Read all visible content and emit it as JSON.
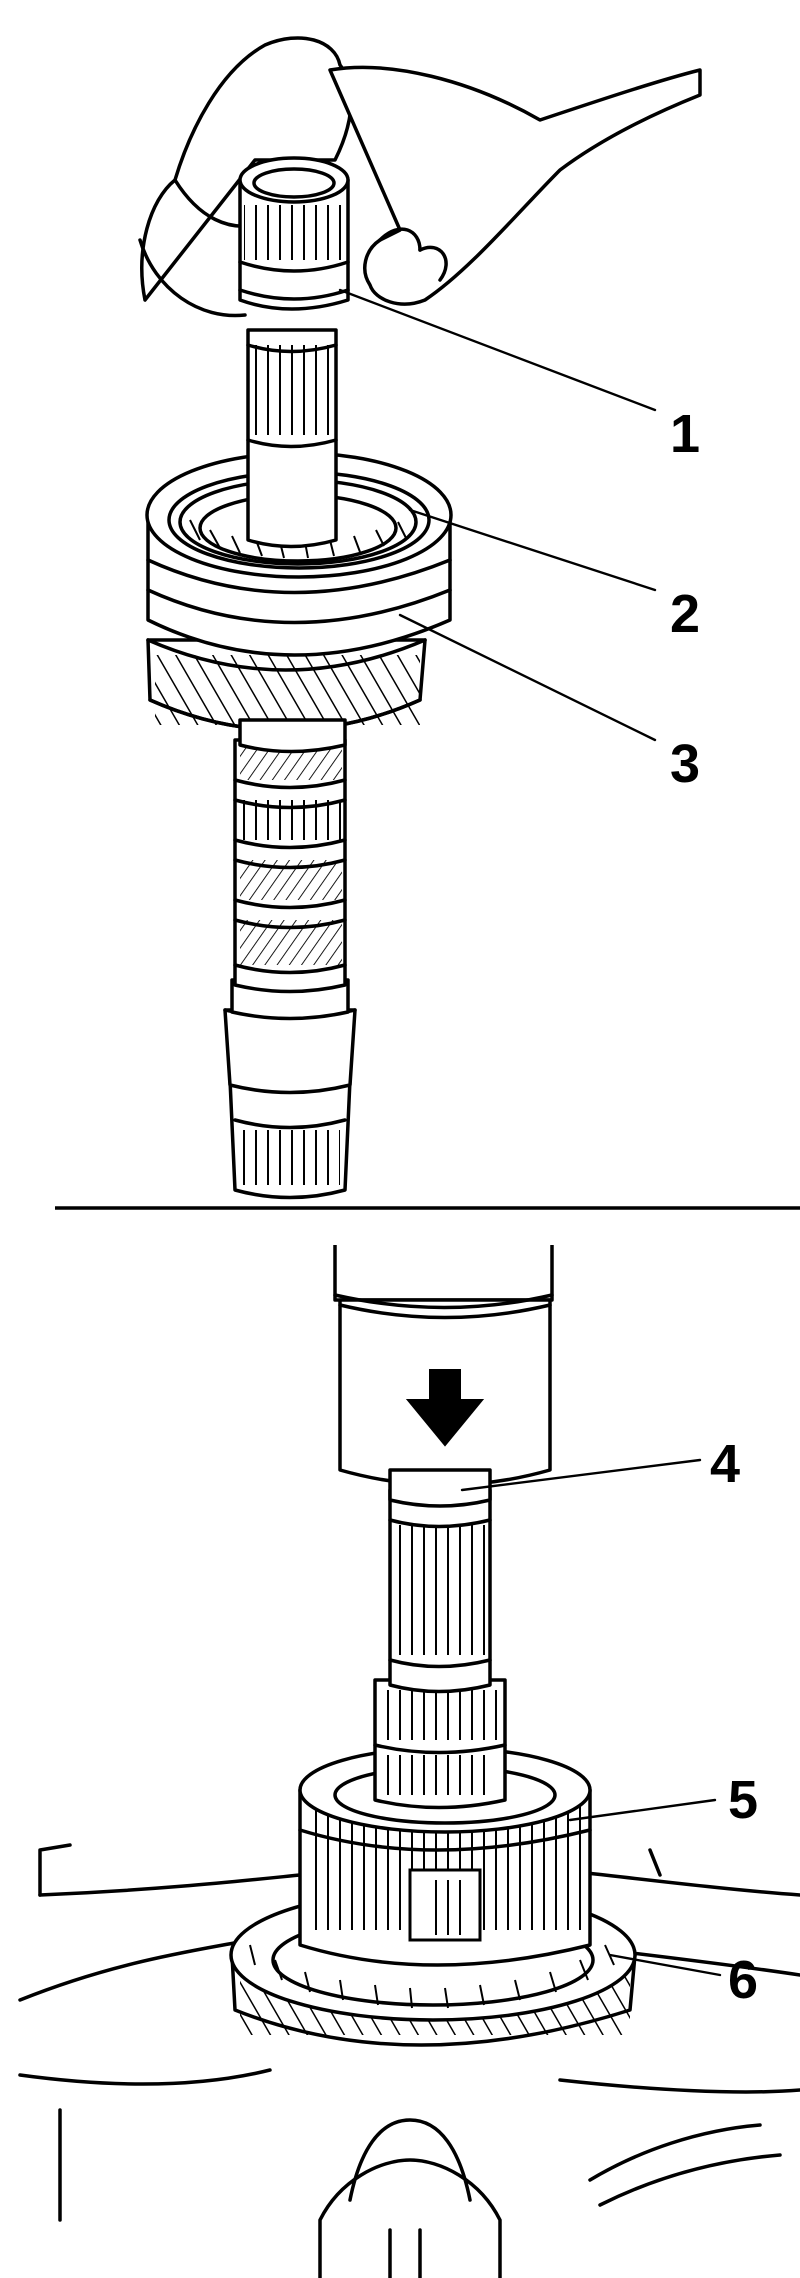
{
  "diagram": {
    "upper_view": {
      "callouts": [
        {
          "id": "1",
          "label": "1"
        },
        {
          "id": "2",
          "label": "2"
        },
        {
          "id": "3",
          "label": "3"
        }
      ]
    },
    "lower_view": {
      "callouts": [
        {
          "id": "4",
          "label": "4"
        },
        {
          "id": "5",
          "label": "5"
        },
        {
          "id": "6",
          "label": "6"
        }
      ]
    }
  }
}
